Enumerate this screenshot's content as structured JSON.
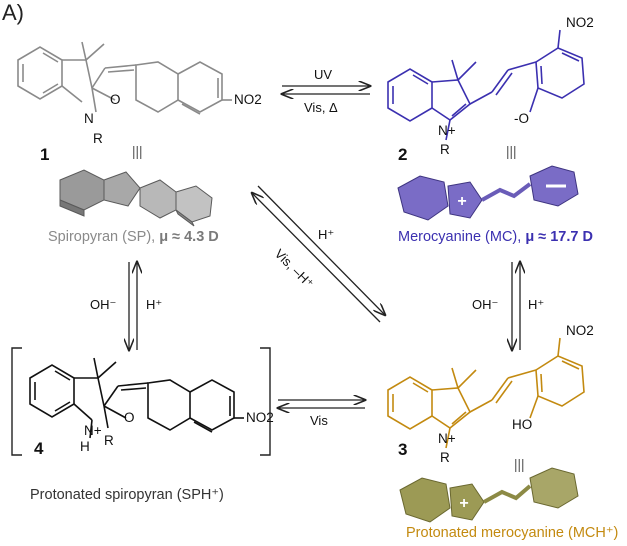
{
  "panel_label": "A)",
  "compounds": [
    {
      "number": "1",
      "substituents": {
        "nitro": "NO2",
        "n_label": "N",
        "r": "R",
        "o_label": "O"
      }
    },
    {
      "number": "2",
      "substituents": {
        "nitro": "NO2",
        "n_label": "N+",
        "r": "R",
        "o_label": "-O"
      }
    },
    {
      "number": "3",
      "substituents": {
        "nitro": "NO2",
        "n_label": "N+",
        "r": "R",
        "o_label": "HO"
      }
    },
    {
      "number": "4",
      "substituents": {
        "nitro": "NO2",
        "n_label": "N+",
        "h_label": "H",
        "r": "R",
        "o_label": "O"
      }
    }
  ],
  "captions": {
    "sp_name": "Spiropyran (SP),",
    "sp_mu": "μ ≈ 4.3 D",
    "mc_name": "Merocyanine (MC),",
    "mc_mu": "μ ≈ 17.7 D",
    "sph": "Protonated spiropyran (SPH⁺)",
    "mch": "Protonated merocyanine (MCH⁺)"
  },
  "conditions": {
    "uv": "UV",
    "vis_delta": "Vis, Δ",
    "h_plus_diag": "H⁺",
    "vis_minus_h": "Vis, –H⁺",
    "oh_left": "OH⁻",
    "h_left": "H⁺",
    "oh_right": "OH⁻",
    "h_right": "H⁺",
    "vis_bottom": "Vis"
  },
  "equiv_symbol": "|||",
  "colors": {
    "sp": "#8a8a8a",
    "mc": "#3b30b0",
    "mch": "#c38a10",
    "mc_model": "#7a6cc6",
    "mch_model": "#9c9a55"
  }
}
